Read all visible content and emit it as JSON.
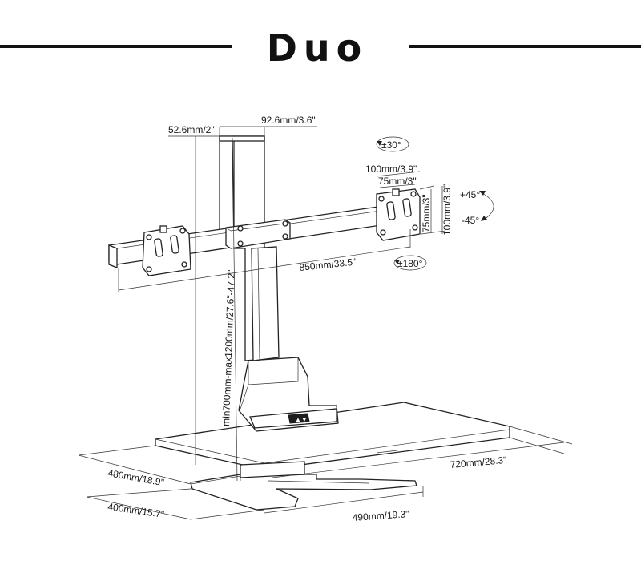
{
  "title": "Duo",
  "dimensions": {
    "mast_depth": "52.6mm/2\"",
    "mast_width": "92.6mm/3.6\"",
    "tilt": "±30°",
    "vesa_100": "100mm/3.9\"",
    "vesa_75": "75mm/3\"",
    "vesa_75_vertical": "75mm/3\"",
    "vesa_100_vertical": "100mm/3.9\"",
    "swivel_plus": "+45°",
    "swivel_minus": "-45°",
    "rotation": "±180°",
    "arm_width": "850mm/33.5\"",
    "height_range": "min700mm-max1200mm/27.6\"-47.2\"",
    "depth_desk": "480mm/18.9\"",
    "base_depth": "400mm/15.7\"",
    "desk_width": "720mm/28.3\"",
    "base_width": "490mm/19.3\""
  }
}
